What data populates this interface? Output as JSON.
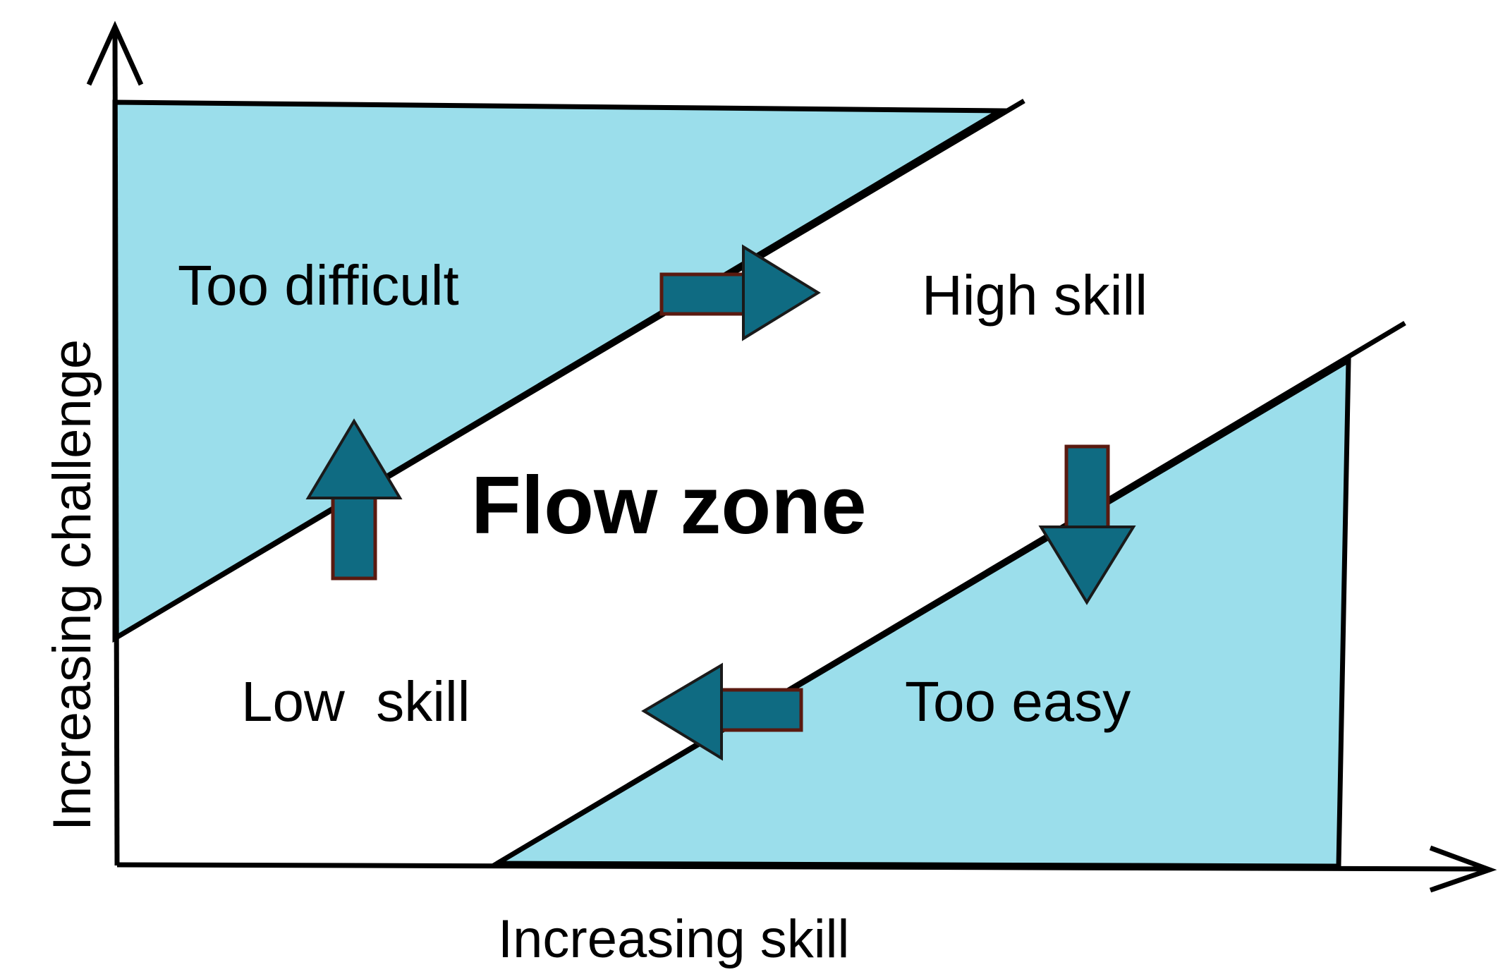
{
  "diagram": {
    "axes": {
      "x_label": "Increasing skill",
      "y_label": "Increasing challenge"
    },
    "regions": {
      "too_difficult": "Too difficult",
      "high_skill": "High skill",
      "flow_zone": "Flow zone",
      "low_skill": "Low  skill",
      "too_easy": "Too easy"
    },
    "colors": {
      "region_fill": "#9BDEEB",
      "arrow_fill": "#0F6B82",
      "arrow_outline": "#5A1A10",
      "line": "#000000"
    },
    "arrows": [
      "arrow-right",
      "arrow-up",
      "arrow-down",
      "arrow-left"
    ]
  }
}
